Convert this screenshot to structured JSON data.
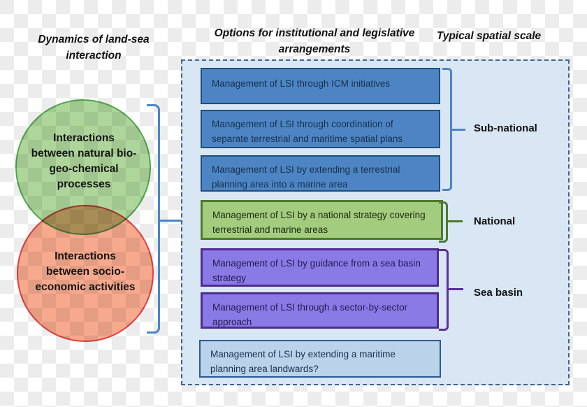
{
  "titles": {
    "left": "Dynamics of land-sea interaction",
    "center": "Options for institutional and legislative arrangements",
    "right": "Typical spatial scale"
  },
  "venn": {
    "top_circle_text": "Interactions between natural bio-geo-chemical processes",
    "bottom_circle_text": "Interactions between socio-economic activities"
  },
  "options": [
    {
      "text": "Management of LSI through ICM initiatives",
      "category": "sub-national"
    },
    {
      "text": "Management of LSI through coordination of separate terrestrial and maritime spatial plans",
      "category": "sub-national"
    },
    {
      "text": "Management of LSI by extending a terrestrial planning area into a marine area",
      "category": "sub-national"
    },
    {
      "text": "Management of LSI by a national strategy covering terrestrial and marine areas",
      "category": "national"
    },
    {
      "text": "Management of LSI by guidance from a sea basin strategy",
      "category": "sea-basin"
    },
    {
      "text": "Management of LSI through a sector-by-sector approach",
      "category": "sea-basin"
    },
    {
      "text": "Management of LSI by extending  a maritime planning area landwards?",
      "category": "unbracketed"
    }
  ],
  "scale_labels": [
    {
      "label": "Sub-national"
    },
    {
      "label": "National"
    },
    {
      "label": "Sea basin"
    }
  ],
  "colors": {
    "panel_fill": "#d9e6f3",
    "panel_border": "#3d6493",
    "blue_box_fill": "#4d85c4",
    "blue_box_border": "#1f4e79",
    "green_box_fill": "#a3cc7e",
    "green_box_border": "#4e7a2e",
    "purple_box_fill": "#8a7ae6",
    "purple_box_border": "#4f2b8f",
    "light_blue_box_fill": "#bad2ea",
    "light_blue_box_border": "#2e5a94",
    "green_circle_fill": "#aed69b",
    "green_circle_border": "#4fa84f",
    "red_circle_fill": "#f7a98e",
    "red_circle_border": "#e43f3f",
    "blue_brace": "#4a86c8",
    "green_brace": "#4e7a2e",
    "purple_brace": "#5e2f9a"
  }
}
